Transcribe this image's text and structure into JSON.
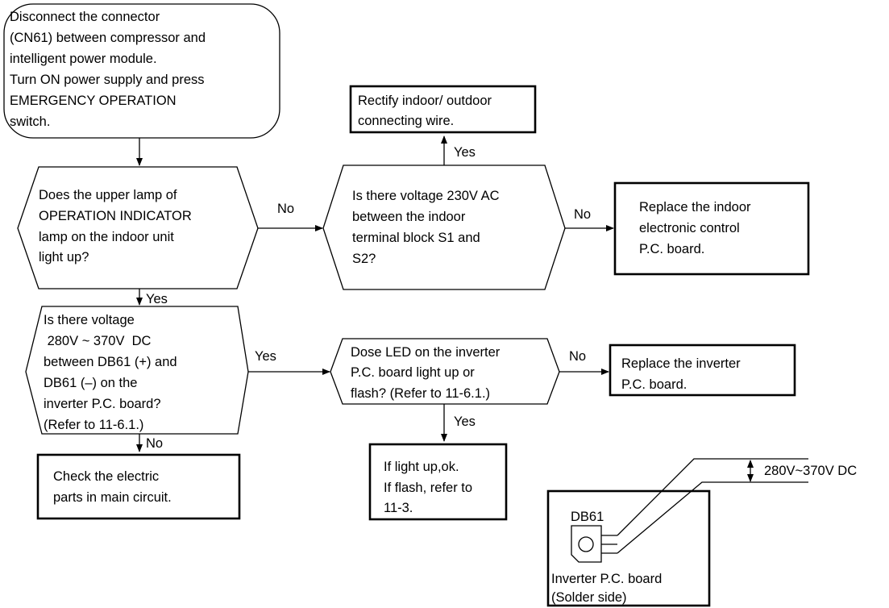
{
  "nodes": {
    "start": [
      "Disconnect the connector",
      "(CN61) between compressor and",
      "intelligent power module.",
      "Turn ON power supply and press",
      "EMERGENCY OPERATION",
      "switch."
    ],
    "rectify": [
      "Rectify indoor/ outdoor",
      "connecting wire."
    ],
    "q_lamp": [
      "Does the upper lamp of",
      "OPERATION INDICATOR",
      "lamp on the indoor unit",
      "light up?"
    ],
    "q_voltage_ac": [
      "Is there voltage 230V AC",
      "between the indoor",
      "terminal block S1 and",
      "S2?"
    ],
    "replace_indoor": [
      "Replace the indoor",
      "electronic control",
      "P.C. board."
    ],
    "q_voltage_dc": [
      "Is there voltage",
      " 280V ~ 370V  DC",
      "between DB61 (+) and",
      "DB61 (–) on the",
      "inverter P.C. board?",
      "(Refer to 11-6.1.)"
    ],
    "q_led": [
      "Dose LED on the inverter",
      "P.C. board light up or",
      "flash? (Refer to 11-6.1.)"
    ],
    "replace_inverter": [
      "Replace the inverter",
      "P.C. board."
    ],
    "check_parts": [
      "Check the electric",
      "parts in main circuit."
    ],
    "if_light": [
      "If light up,ok.",
      "If flash, refer to",
      "11-3."
    ]
  },
  "edges": {
    "lamp_no": "No",
    "ac_yes": "Yes",
    "ac_no": "No",
    "lamp_yes": "Yes",
    "dc_yes": "Yes",
    "dc_no": "No",
    "led_no": "No",
    "led_yes": "Yes"
  },
  "inset": {
    "component_label": "DB61",
    "voltage_label": "280V~370V DC",
    "board_caption": [
      "Inverter P.C. board",
      "(Solder side)"
    ]
  }
}
